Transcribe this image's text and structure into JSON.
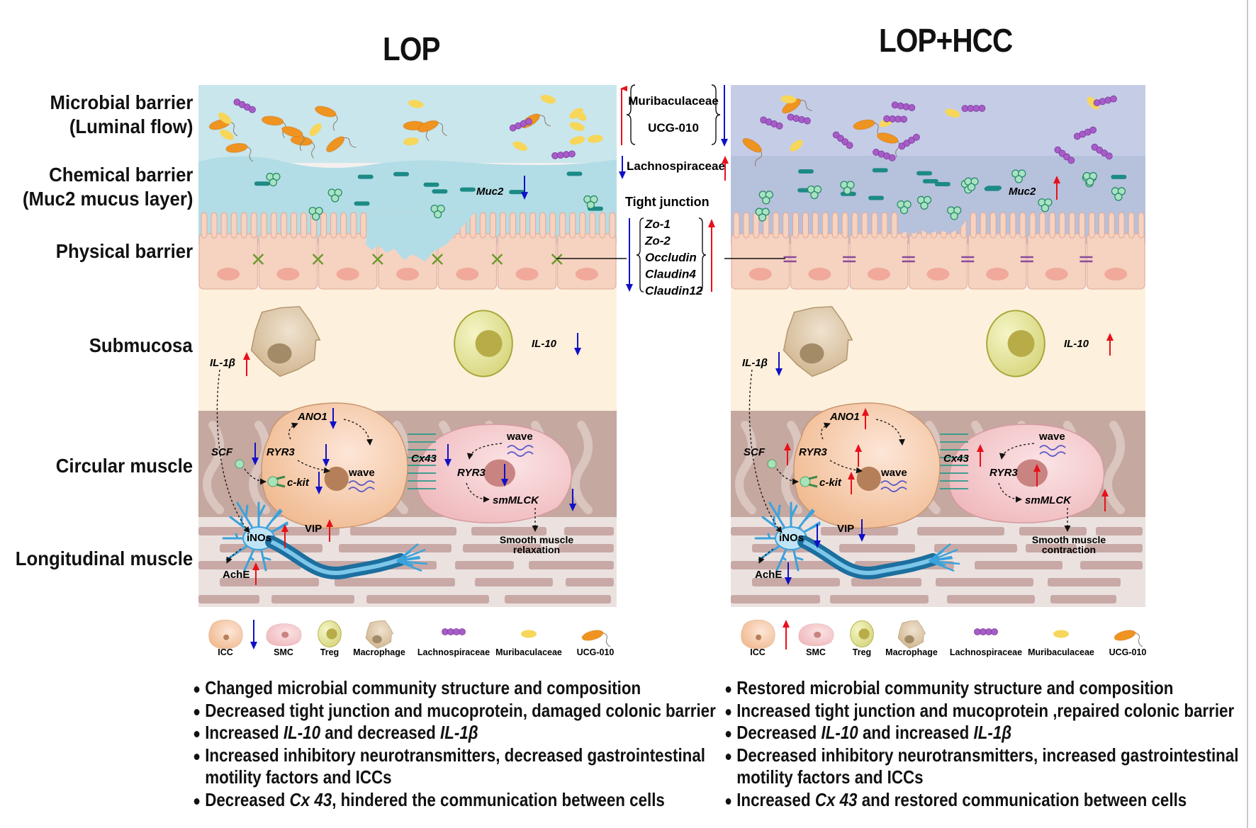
{
  "titles": {
    "left": "LOP",
    "right": "LOP+HCC"
  },
  "row_labels": [
    {
      "line1": "Microbial barrier",
      "line2": "(Luminal flow)"
    },
    {
      "line1": "Chemical barrier",
      "line2": "(Muc2 mucus layer)"
    },
    {
      "line1": "Physical barrier",
      "line2": ""
    },
    {
      "line1": "Submucosa",
      "line2": ""
    },
    {
      "line1": "Circular muscle",
      "line2": ""
    },
    {
      "line1": "Longitudinal muscle",
      "line2": ""
    }
  ],
  "center": {
    "group1": [
      "Muribaculaceae",
      "UCG-010"
    ],
    "group1_lop_direction": "up",
    "group1_hcc_direction": "down",
    "group2": "Lachnospiraceae",
    "group2_lop_direction": "down",
    "group2_hcc_direction": "up",
    "tight_junction_title": "Tight junction",
    "tight_junction": [
      "Zo-1",
      "Zo-2",
      "Occludin",
      "Claudin4",
      "Claudin12"
    ],
    "tight_junction_lop_direction": "down",
    "tight_junction_hcc_direction": "up"
  },
  "panels": {
    "lop": {
      "muc2": "Muc2",
      "muc2_dir": "down",
      "il1b": "IL-1β",
      "il1b_dir": "up",
      "il10": "IL-10",
      "il10_dir": "down",
      "ano1": "ANO1",
      "ano1_dir": "down",
      "scf": "SCF",
      "scf_dir": "down",
      "ryr3_icc": "RYR3",
      "ryr3_icc_dir": "down",
      "ckit": "c-kit",
      "ckit_dir": "down",
      "wave_icc": "wave",
      "cx43": "Cx43",
      "cx43_dir": "down",
      "wave_smc": "wave",
      "ryr3_smc": "RYR3",
      "ryr3_smc_dir": "down",
      "smmlck": "smMLCK",
      "smmlck_dir": "down",
      "outcome_line1": "Smooth muscle",
      "outcome_line2": "relaxation",
      "inos": "iNOs",
      "inos_dir": "up",
      "vip": "VIP",
      "vip_dir": "up",
      "ache": "AchE",
      "ache_dir": "up",
      "junction_marker": "x",
      "legend_icc_dir": "down"
    },
    "hcc": {
      "muc2": "Muc2",
      "muc2_dir": "up",
      "il1b": "IL-1β",
      "il1b_dir": "down",
      "il10": "IL-10",
      "il10_dir": "up",
      "ano1": "ANO1",
      "ano1_dir": "up",
      "scf": "SCF",
      "scf_dir": "up",
      "ryr3_icc": "RYR3",
      "ryr3_icc_dir": "up",
      "ckit": "c-kit",
      "ckit_dir": "up",
      "wave_icc": "wave",
      "cx43": "Cx43",
      "cx43_dir": "up",
      "wave_smc": "wave",
      "ryr3_smc": "RYR3",
      "ryr3_smc_dir": "up",
      "smmlck": "smMLCK",
      "smmlck_dir": "up",
      "outcome_line1": "Smooth muscle",
      "outcome_line2": "contraction",
      "inos": "iNOs",
      "inos_dir": "down",
      "vip": "VIP",
      "vip_dir": "down",
      "ache": "AchE",
      "ache_dir": "down",
      "junction_marker": "=",
      "legend_icc_dir": "up"
    }
  },
  "legend": [
    "ICC",
    "SMC",
    "Treg",
    "Macrophage",
    "Lachnospiraceae",
    "Muribaculaceae",
    "UCG-010"
  ],
  "bullets_left": [
    [
      {
        "t": "Changed microbial community structure and composition"
      }
    ],
    [
      {
        "t": "Decreased tight junction and mucoprotein, damaged colonic barrier"
      }
    ],
    [
      {
        "t": "Increased "
      },
      {
        "t": "IL-10",
        "i": true
      },
      {
        "t": " and decreased "
      },
      {
        "t": "IL-1β",
        "i": true
      }
    ],
    [
      {
        "t": "Increased inhibitory neurotransmitters, decreased gastrointestinal"
      }
    ],
    [
      {
        "t": "motility factors and ICCs",
        "cont": true
      }
    ],
    [
      {
        "t": "Decreased "
      },
      {
        "t": "Cx 43",
        "i": true
      },
      {
        "t": ", hindered the communication between cells"
      }
    ]
  ],
  "bullets_right": [
    [
      {
        "t": "Restored microbial community structure and composition"
      }
    ],
    [
      {
        "t": "Increased tight junction and mucoprotein ,repaired colonic barrier"
      }
    ],
    [
      {
        "t": "Decreased "
      },
      {
        "t": "IL-10",
        "i": true
      },
      {
        "t": " and increased "
      },
      {
        "t": "IL-1β",
        "i": true
      }
    ],
    [
      {
        "t": "Decreased inhibitory neurotransmitters, increased gastrointestinal"
      }
    ],
    [
      {
        "t": "motility factors and ICCs",
        "cont": true
      }
    ],
    [
      {
        "t": "Increased "
      },
      {
        "t": "Cx 43",
        "i": true
      },
      {
        "t": " and restored communication between cells"
      }
    ]
  ],
  "colors": {
    "up_arrow": "#e8101a",
    "down_arrow": "#1010c8",
    "lop_lumen": "#c9e6ec",
    "lop_mucus": "#b3dde6",
    "hcc_lumen": "#c5cde6",
    "hcc_mucus": "#b6c1dc",
    "epithelium": "#f6d2c0",
    "submucosa": "#fdf0dc",
    "circular_muscle": "#c5a8a0",
    "longitudinal_muscle": "#ebe2e0"
  }
}
